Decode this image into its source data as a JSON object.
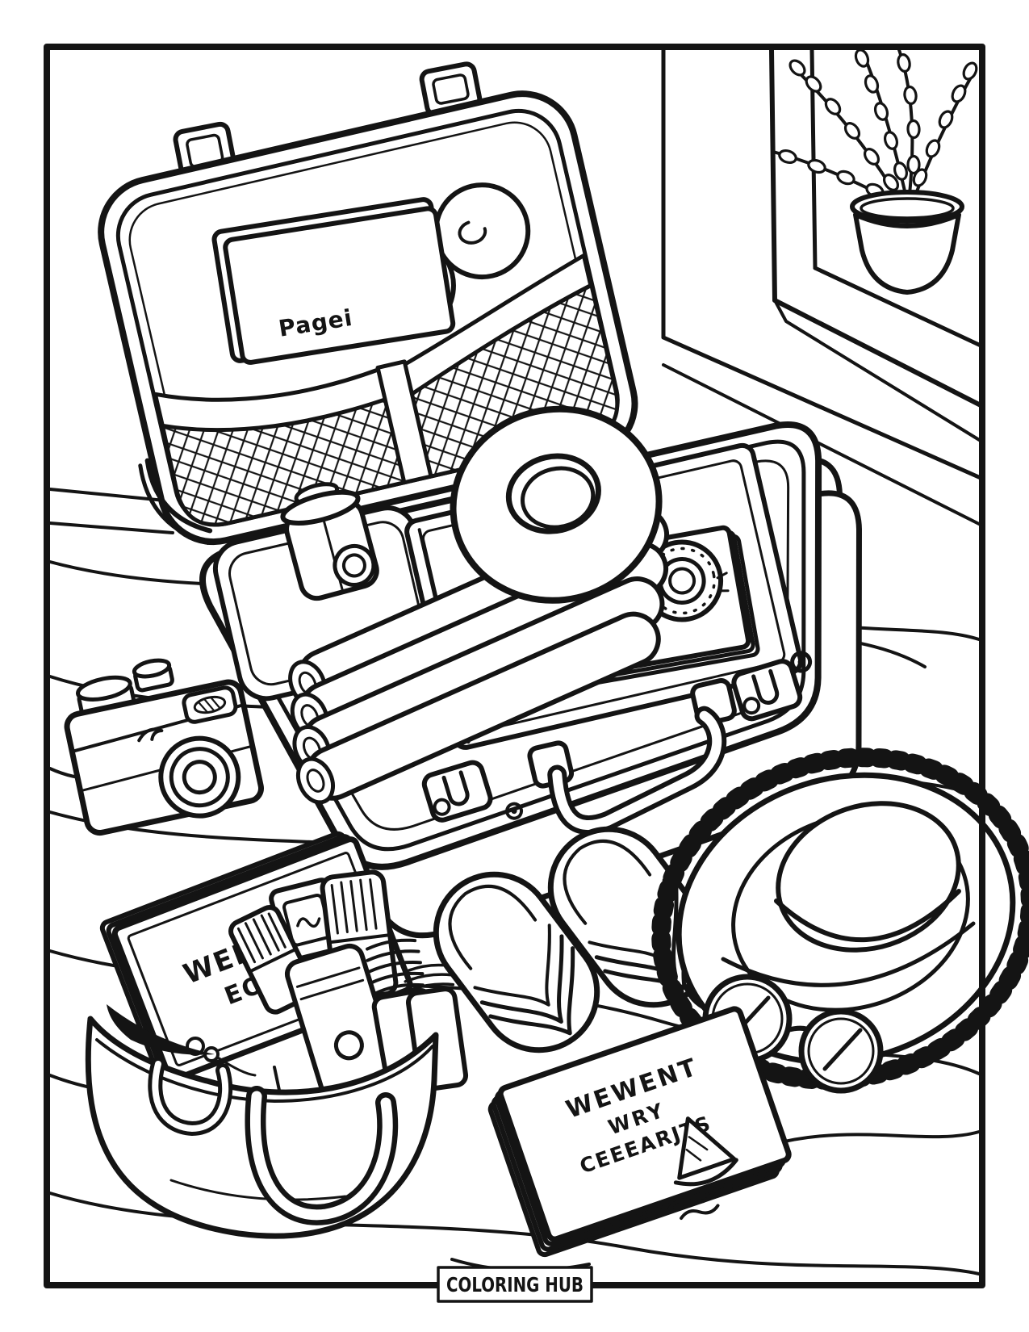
{
  "page": {
    "footer_label": "COLORING HUB",
    "ink_color": "#141414",
    "paper_color": "#ffffff"
  },
  "labels": {
    "pocket_book": "Pagei",
    "toiletry_book_line1": "WENTERY",
    "toiletry_book_line2": "EOREF3",
    "travel_book_line1": "WEWENT",
    "travel_book_line2": "WRY",
    "travel_book_line3": "CEEEARJTS"
  },
  "scene": {
    "description": "Black-and-white travel coloring page: open vintage suitcase packed for a trip, surrounded by travel items on a wavy floor, window with potted plant in the corner",
    "objects": [
      "open-suitcase",
      "mesh-pocket-lid",
      "pocket-book",
      "rolled-socks",
      "folded-clothes-pad",
      "lens-canister",
      "rolled-clothes",
      "packing-tray",
      "neck-pillow-ring",
      "passport-with-seal",
      "suitcase-handle",
      "suitcase-latches",
      "vintage-camera",
      "toiletry-bag",
      "toiletry-book",
      "bottles-and-brushes",
      "slippers",
      "sun-hat",
      "sunglasses",
      "travel-book-sailboat",
      "window-frame",
      "potted-plant",
      "floor-waves"
    ]
  }
}
